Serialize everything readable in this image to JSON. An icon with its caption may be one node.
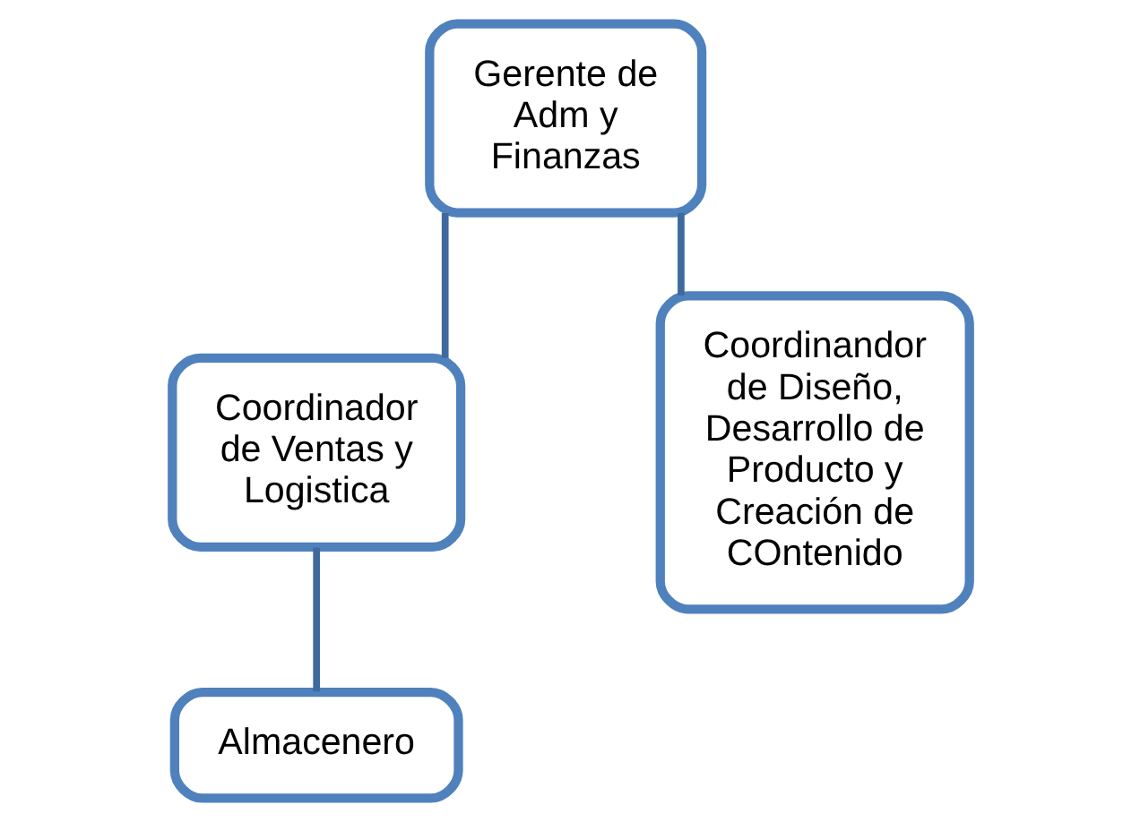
{
  "diagram": {
    "nodes": [
      {
        "text": [
          "Gerente de Adm y Finanzas"
        ]
      },
      {
        "text": [
          "Coordinador de Ventas y Logistica"
        ]
      },
      {
        "text": [
          "Coordinandor de Diseño, Desarrollo de Producto y Creación de COntenido"
        ]
      },
      {
        "text": [
          "Almacenero"
        ]
      }
    ],
    "edges": [
      {
        "from": 0,
        "to": 1,
        "arrow": "none"
      },
      {
        "from": 0,
        "to": 2,
        "arrow": "none"
      },
      {
        "from": 1,
        "to": 3,
        "arrow": "none"
      }
    ]
  }
}
